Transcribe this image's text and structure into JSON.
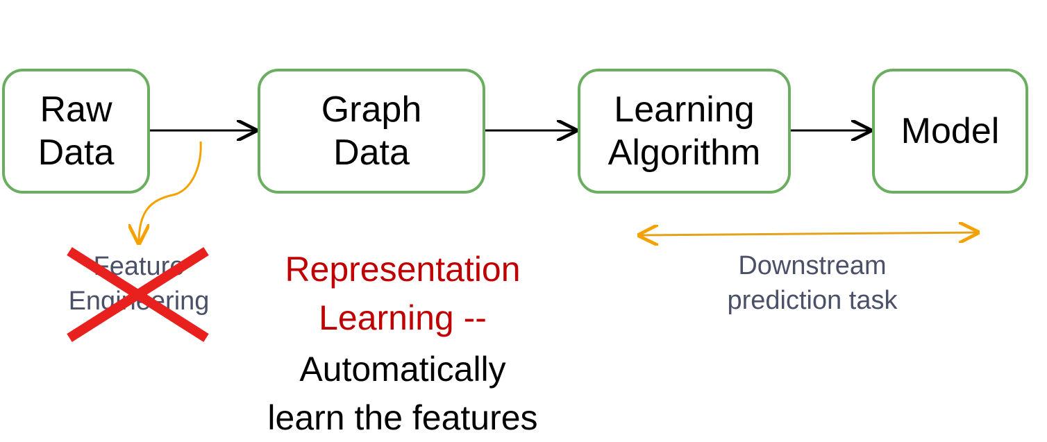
{
  "boxes": {
    "raw": "Raw\nData",
    "graph": "Graph\nData",
    "learning": "Learning\nAlgorithm",
    "model": "Model"
  },
  "feature_engineering": "Feature\nEngineering",
  "representation": {
    "title": "Representation\nLearning --",
    "subtitle": "Automatically\nlearn the features"
  },
  "downstream": "Downstream\nprediction task",
  "colors": {
    "box_border": "#6aaf5f",
    "arrow": "#000000",
    "orange": "#f5a100",
    "cross": "#e8201e",
    "representation": "#c00000",
    "muted_text": "#4a5068"
  },
  "icons": {
    "cross": "red-x-icon"
  }
}
